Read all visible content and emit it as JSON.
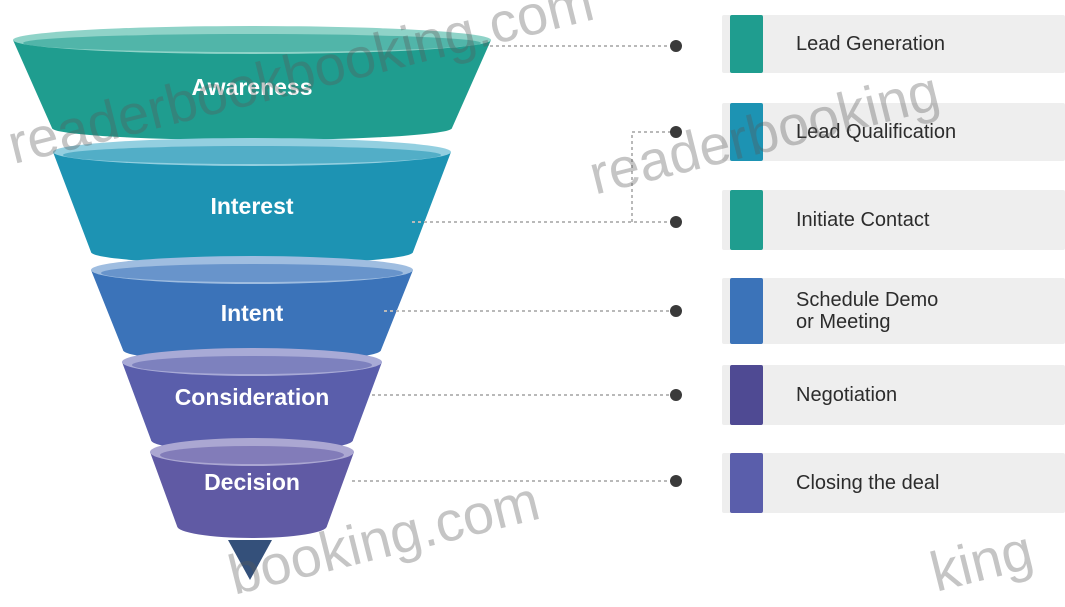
{
  "stages": [
    {
      "label": "Awareness",
      "color": "#1f9d8f",
      "rim": "#8fd3c8"
    },
    {
      "label": "Interest",
      "color": "#1d93b3",
      "rim": "#93cfe0"
    },
    {
      "label": "Intent",
      "color": "#3b73b9",
      "rim": "#9fbde0"
    },
    {
      "label": "Consideration",
      "color": "#5a5eab",
      "rim": "#a8aad6"
    },
    {
      "label": "Decision",
      "color": "#605aa4",
      "rim": "#aba7d2"
    }
  ],
  "tip_color": "#34507a",
  "steps": [
    {
      "lines": [
        "Lead Generation"
      ],
      "tab_color": "#1f9d8f"
    },
    {
      "lines": [
        "Lead Qualification"
      ],
      "tab_color": "#1d93b3"
    },
    {
      "lines": [
        "Initiate Contact"
      ],
      "tab_color": "#1f9d8f"
    },
    {
      "lines": [
        "Schedule Demo",
        "or Meeting"
      ],
      "tab_color": "#3b73b9"
    },
    {
      "lines": [
        "Negotiation"
      ],
      "tab_color": "#4f4a93"
    },
    {
      "lines": [
        "Closing the deal"
      ],
      "tab_color": "#5a5eab"
    }
  ],
  "connector_color": "#b9b9b9",
  "dot_color": "#3a3a3a",
  "watermarks": [
    "readerbookbooking.com",
    "readerbooking",
    "booking.com",
    "king"
  ]
}
